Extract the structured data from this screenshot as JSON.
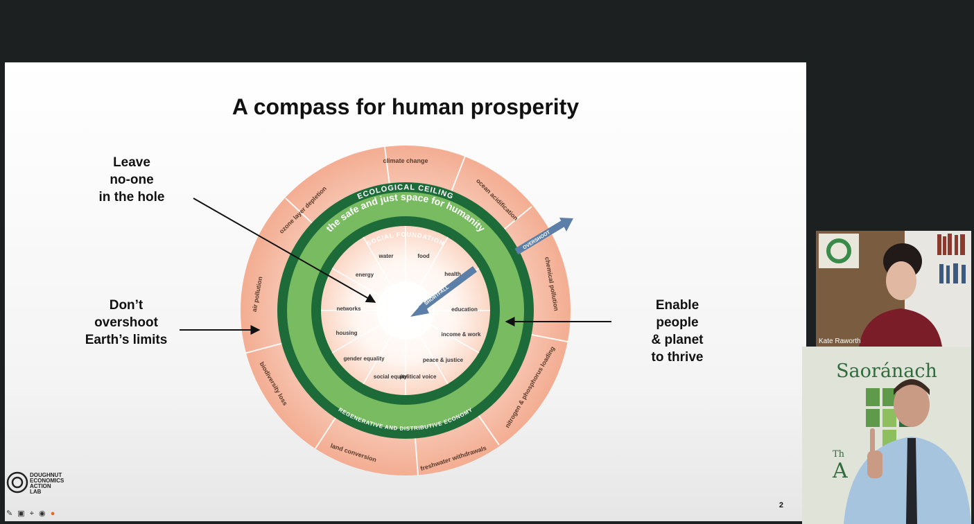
{
  "slide": {
    "title": "A compass for human prosperity",
    "page_number": "2",
    "left_top_label": "Leave\nno-one\nin the hole",
    "left_mid_label": "Don’t\novershoot\nEarth’s limits",
    "right_label": "Enable\npeople\n& planet\nto thrive"
  },
  "doughnut": {
    "ecological_ceiling": "ECOLOGICAL CEILING",
    "safe_space": "the safe and just space for humanity",
    "social_foundation": "SOCIAL FOUNDATION",
    "economy": "REGENERATIVE AND DISTRIBUTIVE ECONOMY",
    "overshoot": "OVERSHOOT",
    "shortfall": "SHORTFALL",
    "outer": [
      "climate change",
      "ocean acidification",
      "chemical pollution",
      "nitrogen & phosphorus loading",
      "freshwater withdrawals",
      "land conversion",
      "biodiversity loss",
      "air pollution",
      "ozone layer depletion"
    ],
    "inner": [
      "water",
      "food",
      "health",
      "education",
      "income & work",
      "peace & justice",
      "political voice",
      "social equity",
      "gender equality",
      "housing",
      "networks",
      "energy"
    ]
  },
  "logo": {
    "text": "DOUGHNUT\nECONOMICS\nACTION\nLAB"
  },
  "toolbar": {
    "icons": [
      "pen-icon",
      "screen-icon",
      "pointer-icon",
      "globe-icon",
      "record-icon"
    ]
  },
  "video": {
    "speaker_name": "Kate Raworth",
    "interpreter_banner": "Saoránach",
    "banner_fragment_small": "Th",
    "banner_fragment_large": "A"
  },
  "colors": {
    "dark_green": "#1e6b3a",
    "mid_green": "#5fad56",
    "light_green": "#8cc56f",
    "salmon": "#f0a58a",
    "arrow_blue": "#5b7fa6"
  }
}
